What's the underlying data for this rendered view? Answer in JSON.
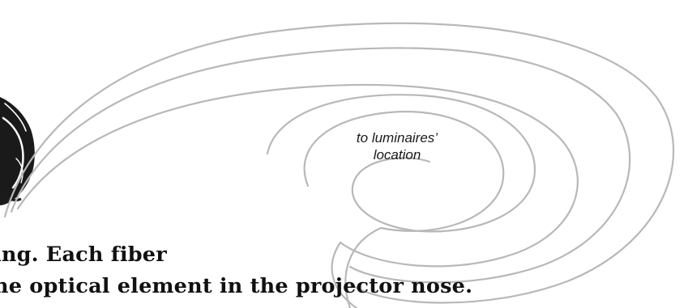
{
  "diagram": {
    "label_line1": "to luminaires’",
    "label_line2": "location",
    "caption_line1": "ing.  Each fiber",
    "caption_line2": "he optical element in the projector nose.",
    "fiber_color": "#b8b8b8",
    "projector_color": "#1a1a1a",
    "text_color": "#111111"
  }
}
